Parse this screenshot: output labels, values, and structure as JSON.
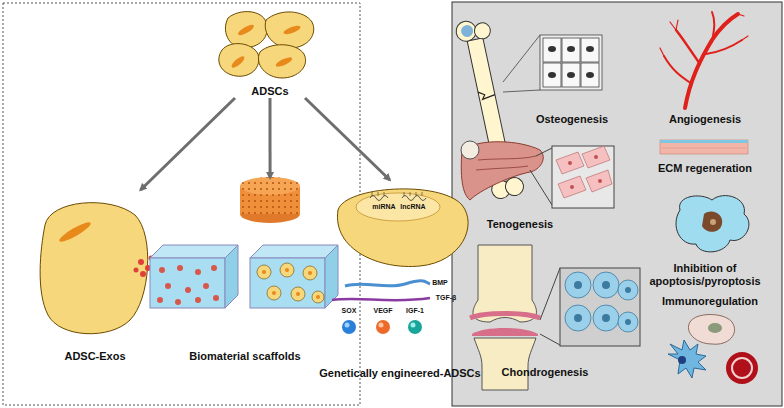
{
  "diagram": {
    "nodes": [
      {
        "text": [
          "ADSCs"
        ]
      },
      {
        "text": [
          "ADSC-Exos"
        ]
      },
      {
        "text": [
          "Biomaterial scaffolds"
        ]
      },
      {
        "text": [
          "Genetically engineered-ADSCs"
        ]
      }
    ],
    "edges": [
      {
        "from": 0,
        "to": 1,
        "arrow": "to"
      },
      {
        "from": 0,
        "to": 2,
        "arrow": "to"
      },
      {
        "from": 0,
        "to": 3,
        "arrow": "to"
      }
    ],
    "labels": [
      "miRNA",
      "lncRNA",
      "BMP",
      "TGF-β",
      "SOX",
      "VEGF",
      "IGF-1",
      "Osteogenesis",
      "Angiogenesis",
      "Tenogenesis",
      "ECM regeneration",
      "Inhibition of apoptosis/pyroptosis",
      "Chondrogenesis",
      "Immunoregulation"
    ]
  }
}
